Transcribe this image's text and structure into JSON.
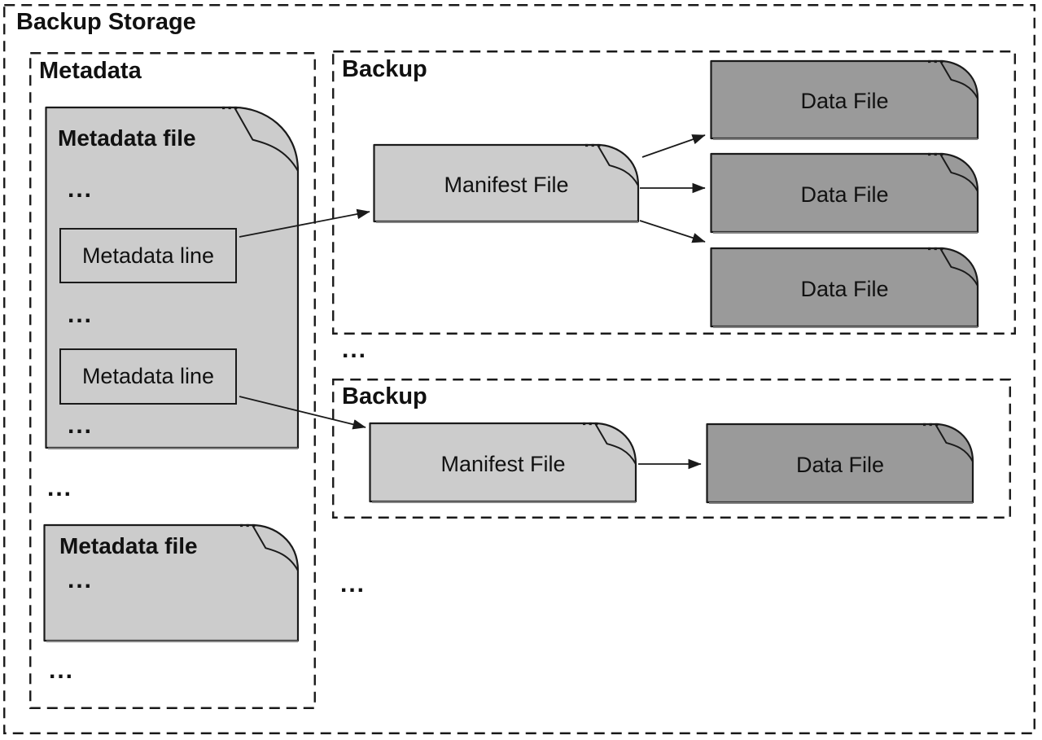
{
  "title": "Backup Storage",
  "tokens": {
    "ellipsis": "..."
  },
  "metadata_panel": {
    "label": "Metadata",
    "file_top": {
      "title": "Metadata file",
      "line1": "Metadata line",
      "line2": "Metadata line"
    },
    "file_bottom": {
      "title": "Metadata file"
    }
  },
  "backup_top": {
    "label": "Backup",
    "manifest_label": "Manifest File",
    "data_files": [
      {
        "label": "Data File"
      },
      {
        "label": "Data File"
      },
      {
        "label": "Data File"
      }
    ]
  },
  "backup_bottom": {
    "label": "Backup",
    "manifest_label": "Manifest File",
    "data_files": [
      {
        "label": "Data File"
      }
    ]
  },
  "colors": {
    "file_light": "#cccccc",
    "file_dark": "#9a9a9a",
    "stroke": "#1a1a1a",
    "shadow": "#848484",
    "background": "#ffffff"
  }
}
